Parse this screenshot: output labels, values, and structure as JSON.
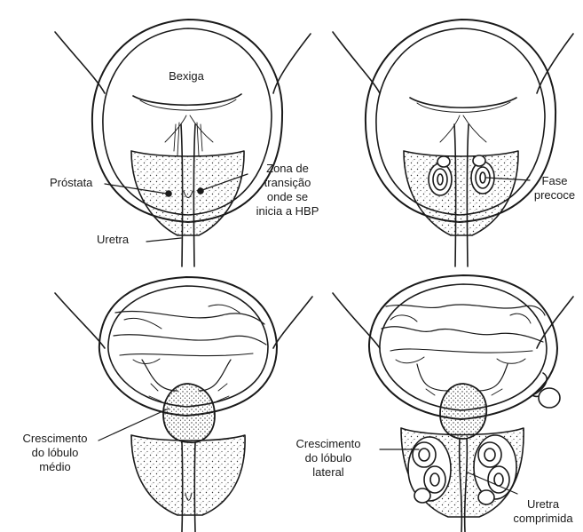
{
  "labels": {
    "bexiga": "Bexiga",
    "prostata": "Próstata",
    "uretra": "Uretra",
    "zona": [
      "Zona de",
      "transição",
      "onde se",
      "inicia a HBP"
    ],
    "fase": [
      "Fase",
      "precoce"
    ],
    "medio": [
      "Crescimento",
      "do lóbulo",
      "médio"
    ],
    "lateral": [
      "Crescimento",
      "do lóbulo",
      "lateral"
    ],
    "comprimida": [
      "Uretra",
      "comprimida"
    ]
  },
  "colors": {
    "ink": "#1a1a1a",
    "paper": "#ffffff"
  }
}
